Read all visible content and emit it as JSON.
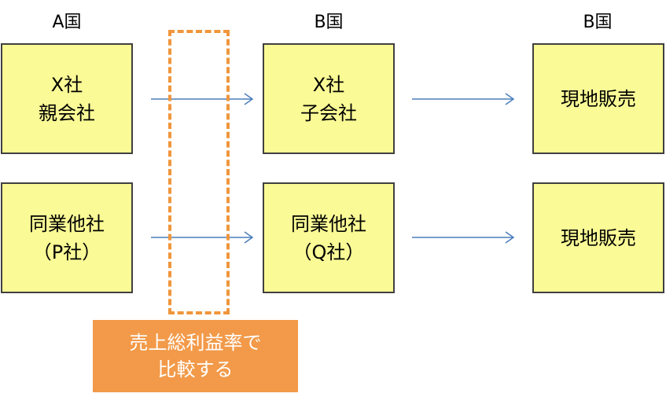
{
  "columns": {
    "country_a": "A国",
    "country_b1": "B国",
    "country_b2": "B国"
  },
  "boxes": {
    "x_parent": {
      "line1": "X社",
      "line2": "親会社"
    },
    "x_sub": {
      "line1": "X社",
      "line2": "子会社"
    },
    "local_sales_1": {
      "line1": "現地販売"
    },
    "p_company": {
      "line1": "同業他社",
      "line2": "（P社）"
    },
    "q_company": {
      "line1": "同業他社",
      "line2": "（Q社）"
    },
    "local_sales_2": {
      "line1": "現地販売"
    }
  },
  "callout": {
    "line1": "売上総利益率で",
    "line2": "比較する"
  },
  "colors": {
    "box_fill": "#fafa96",
    "arrow": "#4a7ebb",
    "dashed": "#f0963c",
    "callout_fill": "#f29a49"
  }
}
